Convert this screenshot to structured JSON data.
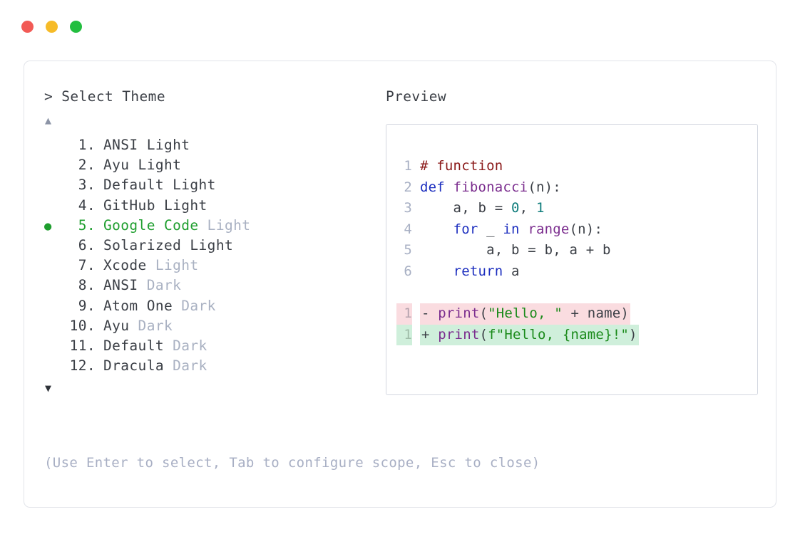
{
  "window": {
    "traffic_lights": [
      {
        "name": "close",
        "color": "#F25A55"
      },
      {
        "name": "minimize",
        "color": "#F6BB28"
      },
      {
        "name": "maximize",
        "color": "#22BE3F"
      }
    ]
  },
  "prompt": {
    "caret": ">",
    "title": "Select Theme"
  },
  "scroll": {
    "up_arrow": "▲",
    "down_arrow": "▼"
  },
  "selected_bullet": "●",
  "themes": [
    {
      "index": "1.",
      "name": "ANSI Light",
      "suffix": "",
      "suffix_muted": false,
      "selected": false
    },
    {
      "index": "2.",
      "name": "Ayu Light",
      "suffix": "",
      "suffix_muted": false,
      "selected": false
    },
    {
      "index": "3.",
      "name": "Default Light",
      "suffix": "",
      "suffix_muted": false,
      "selected": false
    },
    {
      "index": "4.",
      "name": "GitHub Light",
      "suffix": "",
      "suffix_muted": false,
      "selected": false
    },
    {
      "index": "5.",
      "name": "Google Code",
      "suffix": "Light",
      "suffix_muted": true,
      "selected": true
    },
    {
      "index": "6.",
      "name": "Solarized Light",
      "suffix": "",
      "suffix_muted": false,
      "selected": false
    },
    {
      "index": "7.",
      "name": "Xcode",
      "suffix": "Light",
      "suffix_muted": true,
      "selected": false
    },
    {
      "index": "8.",
      "name": "ANSI",
      "suffix": "Dark",
      "suffix_muted": true,
      "selected": false
    },
    {
      "index": "9.",
      "name": "Atom One",
      "suffix": "Dark",
      "suffix_muted": true,
      "selected": false
    },
    {
      "index": "10.",
      "name": "Ayu",
      "suffix": "Dark",
      "suffix_muted": true,
      "selected": false
    },
    {
      "index": "11.",
      "name": "Default",
      "suffix": "Dark",
      "suffix_muted": true,
      "selected": false
    },
    {
      "index": "12.",
      "name": "Dracula",
      "suffix": "Dark",
      "suffix_muted": true,
      "selected": false
    }
  ],
  "hint": "(Use Enter to select, Tab to configure scope, Esc to close)",
  "preview": {
    "label": "Preview",
    "code_lines": [
      {
        "ln": "1",
        "tokens": [
          {
            "t": "# function",
            "c": "comment"
          }
        ]
      },
      {
        "ln": "2",
        "tokens": [
          {
            "t": "def ",
            "c": "keyword"
          },
          {
            "t": "fibonacci",
            "c": "func"
          },
          {
            "t": "(n):",
            "c": "plain"
          }
        ]
      },
      {
        "ln": "3",
        "tokens": [
          {
            "t": "    a, b = ",
            "c": "plain"
          },
          {
            "t": "0",
            "c": "number"
          },
          {
            "t": ", ",
            "c": "plain"
          },
          {
            "t": "1",
            "c": "number"
          }
        ]
      },
      {
        "ln": "4",
        "tokens": [
          {
            "t": "    ",
            "c": "plain"
          },
          {
            "t": "for",
            "c": "keyword"
          },
          {
            "t": " _ ",
            "c": "plain"
          },
          {
            "t": "in",
            "c": "keyword"
          },
          {
            "t": " ",
            "c": "plain"
          },
          {
            "t": "range",
            "c": "func"
          },
          {
            "t": "(n):",
            "c": "plain"
          }
        ]
      },
      {
        "ln": "5",
        "tokens": [
          {
            "t": "        a, b = b, a + b",
            "c": "plain"
          }
        ]
      },
      {
        "ln": "6",
        "tokens": [
          {
            "t": "    ",
            "c": "plain"
          },
          {
            "t": "return",
            "c": "keyword"
          },
          {
            "t": " a",
            "c": "plain"
          }
        ]
      }
    ],
    "diff_lines": [
      {
        "ln": "1",
        "kind": "del",
        "sign": "-",
        "tokens": [
          {
            "t": "print",
            "c": "func"
          },
          {
            "t": "(",
            "c": "plain"
          },
          {
            "t": "\"Hello, \"",
            "c": "string"
          },
          {
            "t": " + name)",
            "c": "plain"
          }
        ]
      },
      {
        "ln": "1",
        "kind": "add",
        "sign": "+",
        "tokens": [
          {
            "t": "print",
            "c": "func"
          },
          {
            "t": "(",
            "c": "plain"
          },
          {
            "t": "f\"Hello, {name}!\"",
            "c": "string"
          },
          {
            "t": ")",
            "c": "plain"
          }
        ]
      }
    ]
  },
  "colors": {
    "accent_green": "#1E9E2E",
    "muted": "#A9B1C2",
    "text": "#3B3F46",
    "diff_remove_bg": "#FADCE0",
    "diff_add_bg": "#CFEFDB",
    "card_border": "#E2E4EA",
    "panel_border": "#D3D7E0"
  }
}
